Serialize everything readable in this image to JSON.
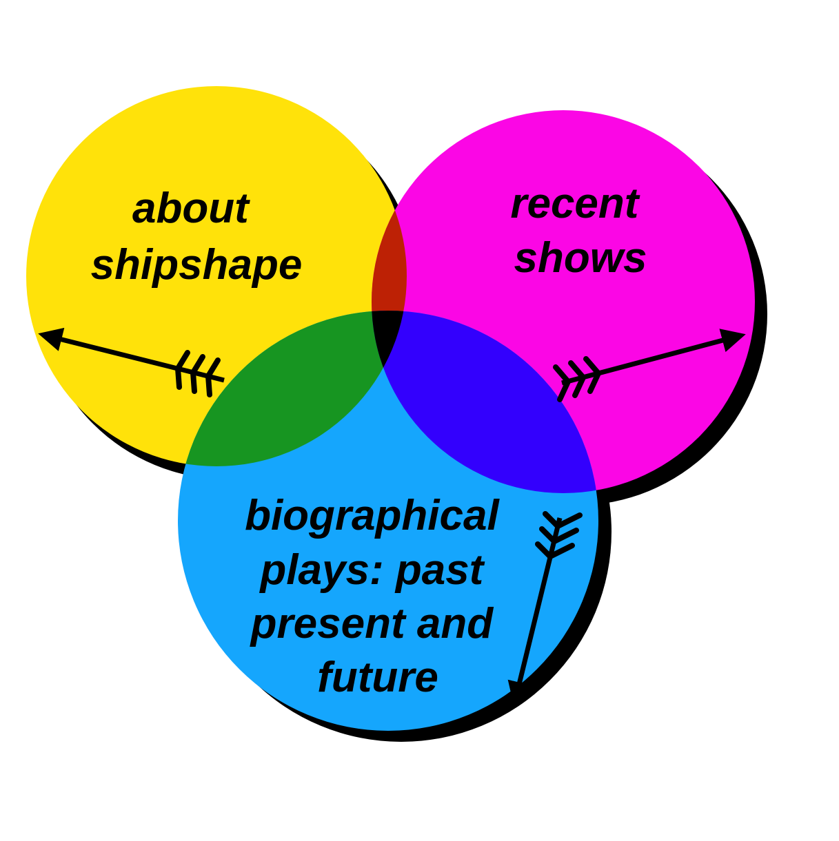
{
  "circles": [
    {
      "id": "about",
      "color": "#ffe20a",
      "lines": [
        "about",
        "shipshape"
      ],
      "arrow_icon": "arrow-left-icon"
    },
    {
      "id": "recent",
      "color": "#fb06e5",
      "lines": [
        "recent",
        "shows"
      ],
      "arrow_icon": "arrow-right-icon"
    },
    {
      "id": "biographical",
      "color": "#15a6fd",
      "lines": [
        "biographical",
        "plays: past",
        "present and",
        "future"
      ],
      "arrow_icon": "arrow-down-icon"
    }
  ],
  "overlaps": {
    "about_recent": "#bd2105",
    "about_biographical": "#179521",
    "recent_biographical": "#3300fd",
    "all_three": "#000000"
  }
}
